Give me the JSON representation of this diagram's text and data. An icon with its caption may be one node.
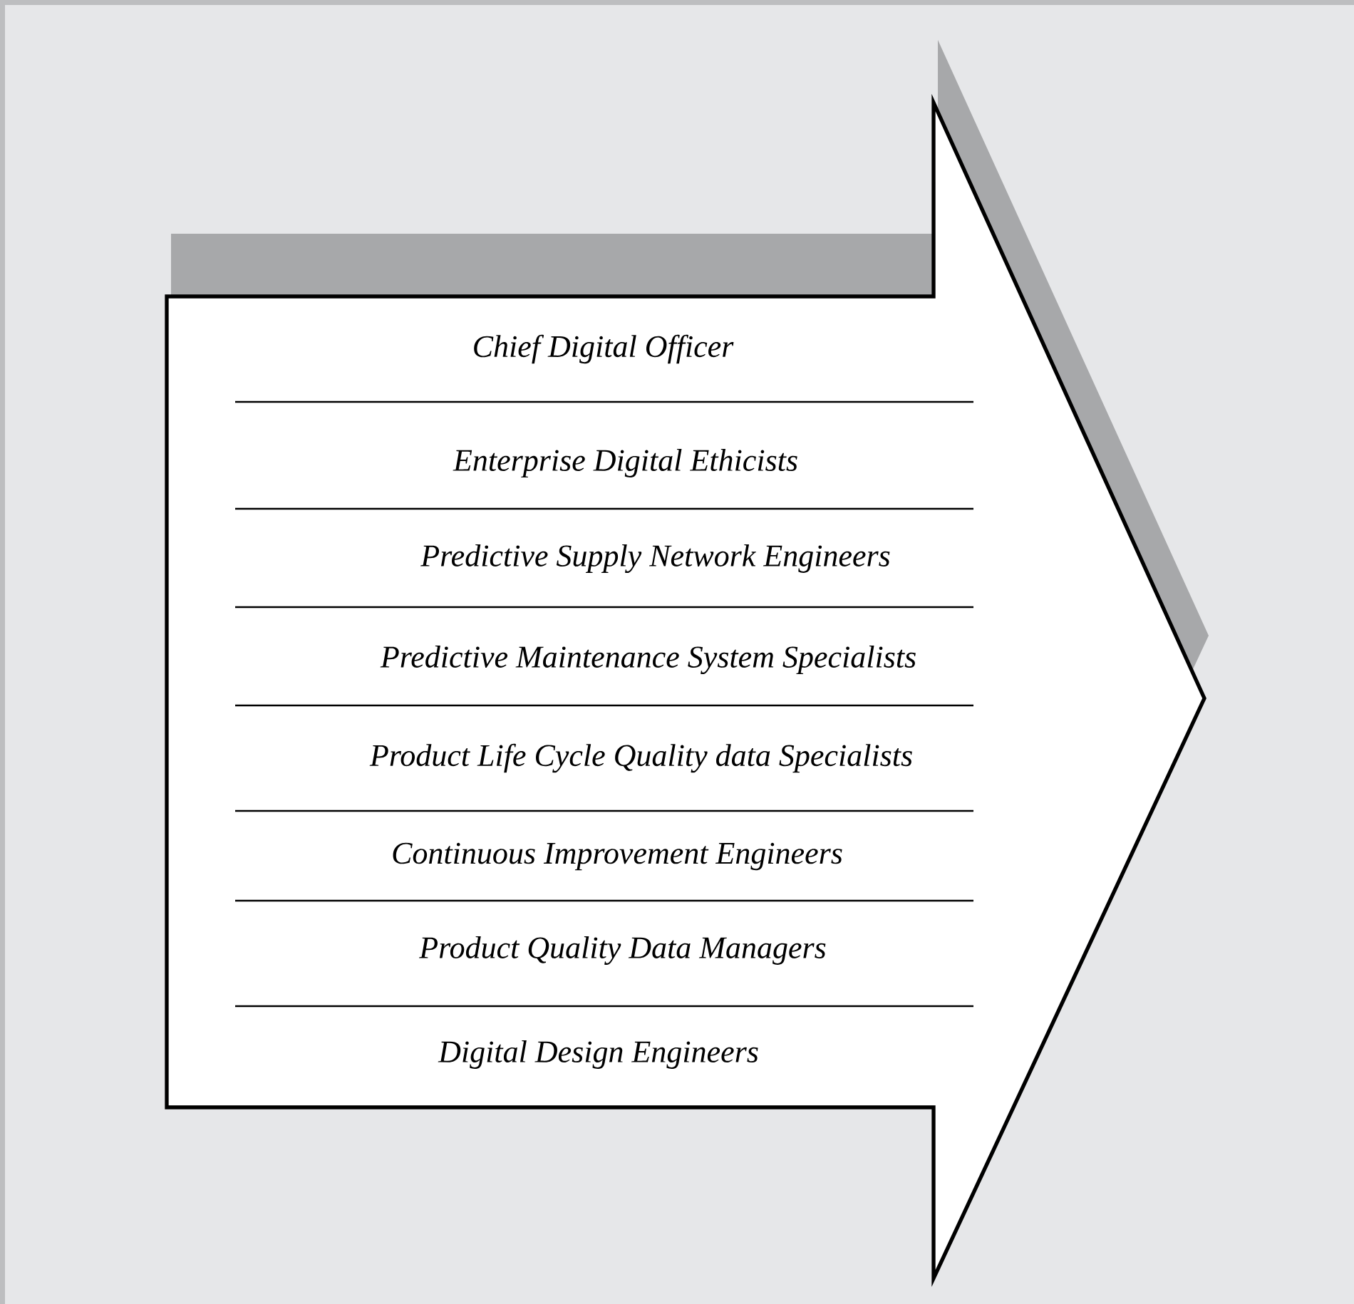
{
  "diagram": {
    "nodes": [
      {
        "text": [
          "Chief Digital Officer",
          "Enterprise Digital Ethicists",
          "Predictive Supply Network Engineers",
          "Predictive Maintenance System Specialists",
          "Product Life Cycle Quality data Specialists",
          "Continuous Improvement Engineers",
          "Product Quality Data Managers",
          "Digital Design Engineers"
        ]
      }
    ]
  }
}
